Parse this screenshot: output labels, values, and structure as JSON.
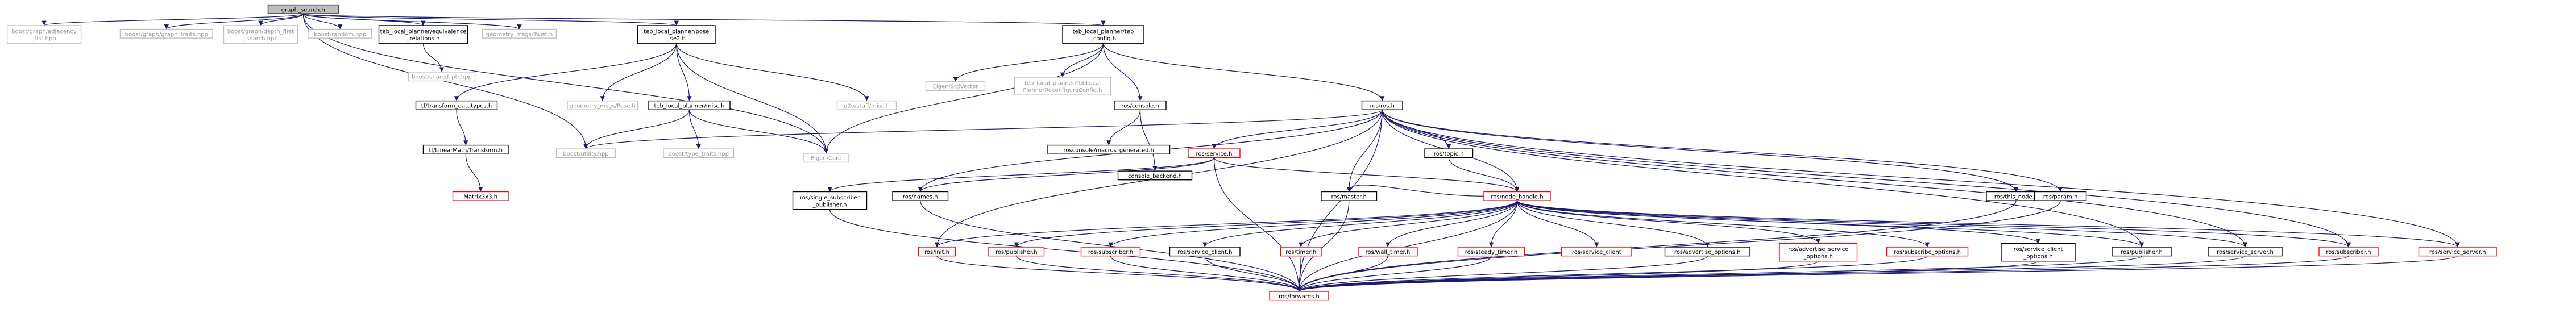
{
  "diagram": {
    "type": "include-dependency-graph",
    "colors": {
      "root_fill": "#bfbfbf",
      "doc_stroke": "#000000",
      "external_stroke": "#bfbfbf",
      "external_text": "#999999",
      "truncated_stroke": "#ff0000",
      "edge": "#191970",
      "text": "#000000"
    },
    "nodes": [
      {
        "id": "root",
        "lines": [
          "graph_search.h"
        ],
        "style": "root"
      },
      {
        "id": "adj",
        "lines": [
          "boost/graph/adjacency",
          "_list.hpp"
        ],
        "style": "external"
      },
      {
        "id": "gtraits",
        "lines": [
          "boost/graph/graph_traits.hpp"
        ],
        "style": "external"
      },
      {
        "id": "dfs",
        "lines": [
          "boost/graph/depth_first",
          "_search.hpp"
        ],
        "style": "external"
      },
      {
        "id": "random",
        "lines": [
          "boost/random.hpp"
        ],
        "style": "external"
      },
      {
        "id": "equiv",
        "lines": [
          "teb_local_planner/equivalence",
          "_relations.h"
        ],
        "style": "doc"
      },
      {
        "id": "twist",
        "lines": [
          "geometry_msgs/Twist.h"
        ],
        "style": "external"
      },
      {
        "id": "pose_se2",
        "lines": [
          "teb_local_planner/pose",
          "_se2.h"
        ],
        "style": "doc"
      },
      {
        "id": "teb_config",
        "lines": [
          "teb_local_planner/teb",
          "_config.h"
        ],
        "style": "doc"
      },
      {
        "id": "shared_ptr",
        "lines": [
          "boost/shared_ptr.hpp"
        ],
        "style": "external"
      },
      {
        "id": "tf_dt",
        "lines": [
          "tf/transform_datatypes.h"
        ],
        "style": "doc"
      },
      {
        "id": "gm_pose",
        "lines": [
          "geometry_msgs/Pose.h"
        ],
        "style": "external"
      },
      {
        "id": "misc",
        "lines": [
          "teb_local_planner/misc.h"
        ],
        "style": "doc"
      },
      {
        "id": "g2o_misc",
        "lines": [
          "g2o/stuff/misc.h"
        ],
        "style": "external"
      },
      {
        "id": "stdvector",
        "lines": [
          "Eigen/StdVector"
        ],
        "style": "external"
      },
      {
        "id": "reconf",
        "lines": [
          "teb_local_planner/TebLocal",
          "PlannerReconfigureConfig.h"
        ],
        "style": "external"
      },
      {
        "id": "console",
        "lines": [
          "ros/console.h"
        ],
        "style": "doc"
      },
      {
        "id": "ros",
        "lines": [
          "ros/ros.h"
        ],
        "style": "doc"
      },
      {
        "id": "linmath",
        "lines": [
          "tf/LinearMath/Transform.h"
        ],
        "style": "doc"
      },
      {
        "id": "utility",
        "lines": [
          "boost/utility.hpp"
        ],
        "style": "external"
      },
      {
        "id": "type_traits",
        "lines": [
          "boost/type_traits.hpp"
        ],
        "style": "external"
      },
      {
        "id": "eigen_core",
        "lines": [
          "Eigen/Core"
        ],
        "style": "external"
      },
      {
        "id": "macros",
        "lines": [
          "rosconsole/macros_generated.h"
        ],
        "style": "doc"
      },
      {
        "id": "backend",
        "lines": [
          "console_backend.h"
        ],
        "style": "doc"
      },
      {
        "id": "matrix",
        "lines": [
          "Matrix3x3.h"
        ],
        "style": "truncated"
      },
      {
        "id": "service",
        "lines": [
          "ros/service.h"
        ],
        "style": "truncated"
      },
      {
        "id": "topic",
        "lines": [
          "ros/topic.h"
        ],
        "style": "doc"
      },
      {
        "id": "this_node",
        "lines": [
          "ros/this_node.h"
        ],
        "style": "doc"
      },
      {
        "id": "param",
        "lines": [
          "ros/param.h"
        ],
        "style": "doc"
      },
      {
        "id": "ssp",
        "lines": [
          "ros/single_subscriber",
          "_publisher.h"
        ],
        "style": "doc"
      },
      {
        "id": "names",
        "lines": [
          "ros/names.h"
        ],
        "style": "doc"
      },
      {
        "id": "master",
        "lines": [
          "ros/master.h"
        ],
        "style": "doc"
      },
      {
        "id": "nh",
        "lines": [
          "ros/node_handle.h"
        ],
        "style": "truncated"
      },
      {
        "id": "init",
        "lines": [
          "ros/init.h"
        ],
        "style": "truncated"
      },
      {
        "id": "publisher",
        "lines": [
          "ros/publisher.h"
        ],
        "style": "truncated"
      },
      {
        "id": "subscribe",
        "lines": [
          "ros/subscriber.h"
        ],
        "style": "truncated"
      },
      {
        "id": "svc_client",
        "lines": [
          "ros/service_client.h"
        ],
        "style": "doc"
      },
      {
        "id": "timer",
        "lines": [
          "ros/timer.h"
        ],
        "style": "truncated"
      },
      {
        "id": "wall_timer",
        "lines": [
          "ros/wall_timer.h"
        ],
        "style": "truncated"
      },
      {
        "id": "steady_timer",
        "lines": [
          "ros/steady_timer.h"
        ],
        "style": "truncated"
      },
      {
        "id": "svc_client_t",
        "lines": [
          "ros/service_client"
        ],
        "style": "truncated"
      },
      {
        "id": "adv_opt",
        "lines": [
          "ros/advertise_options.h"
        ],
        "style": "doc"
      },
      {
        "id": "adv_svc_opt",
        "lines": [
          "ros/advertise_service",
          "_options.h"
        ],
        "style": "truncated"
      },
      {
        "id": "sub_opt",
        "lines": [
          "ros/subscribe_options.h"
        ],
        "style": "truncated"
      },
      {
        "id": "svc_client_opt",
        "lines": [
          "ros/service_client",
          "_options.h"
        ],
        "style": "doc"
      },
      {
        "id": "publisher2",
        "lines": [
          "ros/publisher.h"
        ],
        "style": "doc"
      },
      {
        "id": "svc_server",
        "lines": [
          "ros/service_server.h"
        ],
        "style": "doc"
      },
      {
        "id": "subscriber",
        "lines": [
          "ros/subscriber.h"
        ],
        "style": "truncated"
      },
      {
        "id": "svc_server2",
        "lines": [
          "ros/service_server.h"
        ],
        "style": "truncated"
      },
      {
        "id": "forwards",
        "lines": [
          "ros/forwards.h"
        ],
        "style": "truncated"
      }
    ],
    "edges": [
      [
        "root",
        "adj"
      ],
      [
        "root",
        "gtraits"
      ],
      [
        "root",
        "dfs"
      ],
      [
        "root",
        "random"
      ],
      [
        "root",
        "equiv"
      ],
      [
        "root",
        "twist"
      ],
      [
        "root",
        "pose_se2"
      ],
      [
        "root",
        "teb_config"
      ],
      [
        "root",
        "utility"
      ],
      [
        "root",
        "eigen_core"
      ],
      [
        "equiv",
        "shared_ptr"
      ],
      [
        "pose_se2",
        "tf_dt"
      ],
      [
        "pose_se2",
        "gm_pose"
      ],
      [
        "pose_se2",
        "misc"
      ],
      [
        "pose_se2",
        "g2o_misc"
      ],
      [
        "pose_se2",
        "eigen_core"
      ],
      [
        "teb_config",
        "stdvector"
      ],
      [
        "teb_config",
        "reconf"
      ],
      [
        "teb_config",
        "console"
      ],
      [
        "teb_config",
        "ros"
      ],
      [
        "teb_config",
        "eigen_core"
      ],
      [
        "tf_dt",
        "linmath"
      ],
      [
        "linmath",
        "matrix"
      ],
      [
        "misc",
        "utility"
      ],
      [
        "misc",
        "type_traits"
      ],
      [
        "misc",
        "eigen_core"
      ],
      [
        "console",
        "macros"
      ],
      [
        "console",
        "backend"
      ],
      [
        "ros",
        "service"
      ],
      [
        "ros",
        "topic"
      ],
      [
        "ros",
        "this_node"
      ],
      [
        "ros",
        "param"
      ],
      [
        "ros",
        "names"
      ],
      [
        "ros",
        "master"
      ],
      [
        "ros",
        "nh"
      ],
      [
        "ros",
        "init"
      ],
      [
        "ros",
        "utility"
      ],
      [
        "ros",
        "publisher2"
      ],
      [
        "ros",
        "svc_server"
      ],
      [
        "ros",
        "subscriber"
      ],
      [
        "ros",
        "svc_server2"
      ],
      [
        "ros",
        "forwards"
      ],
      [
        "service",
        "names"
      ],
      [
        "service",
        "nh"
      ],
      [
        "service",
        "forwards"
      ],
      [
        "service",
        "ssp"
      ],
      [
        "topic",
        "nh"
      ],
      [
        "param",
        "forwards"
      ],
      [
        "this_node",
        "forwards"
      ],
      [
        "master",
        "forwards"
      ],
      [
        "names",
        "forwards"
      ],
      [
        "ssp",
        "forwards"
      ],
      [
        "nh",
        "init"
      ],
      [
        "nh",
        "publisher"
      ],
      [
        "nh",
        "subscribe"
      ],
      [
        "nh",
        "svc_client"
      ],
      [
        "nh",
        "timer"
      ],
      [
        "nh",
        "wall_timer"
      ],
      [
        "nh",
        "steady_timer"
      ],
      [
        "nh",
        "svc_client_t"
      ],
      [
        "nh",
        "adv_opt"
      ],
      [
        "nh",
        "adv_svc_opt"
      ],
      [
        "nh",
        "sub_opt"
      ],
      [
        "nh",
        "svc_client_opt"
      ],
      [
        "nh",
        "publisher2"
      ],
      [
        "nh",
        "svc_server"
      ],
      [
        "nh",
        "subscriber"
      ],
      [
        "nh",
        "svc_server2"
      ],
      [
        "nh",
        "forwards"
      ],
      [
        "nh",
        "master"
      ],
      [
        "init",
        "forwards"
      ],
      [
        "publisher",
        "forwards"
      ],
      [
        "subscribe",
        "forwards"
      ],
      [
        "svc_client",
        "forwards"
      ],
      [
        "timer",
        "forwards"
      ],
      [
        "wall_timer",
        "forwards"
      ],
      [
        "steady_timer",
        "forwards"
      ],
      [
        "adv_opt",
        "forwards"
      ],
      [
        "adv_svc_opt",
        "forwards"
      ],
      [
        "sub_opt",
        "forwards"
      ],
      [
        "svc_client_opt",
        "forwards"
      ],
      [
        "publisher2",
        "forwards"
      ],
      [
        "svc_server",
        "forwards"
      ],
      [
        "subscriber",
        "forwards"
      ],
      [
        "svc_server2",
        "forwards"
      ]
    ]
  }
}
